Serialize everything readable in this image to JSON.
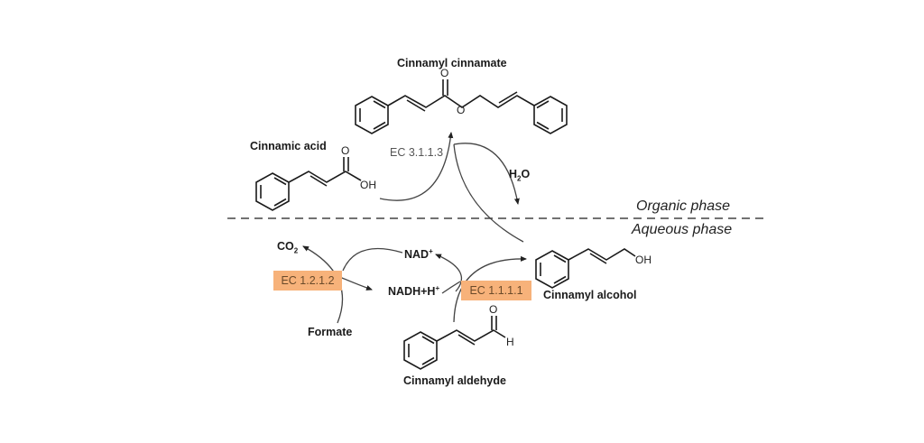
{
  "compounds": {
    "cinnamyl_cinnamate": "Cinnamyl cinnamate",
    "cinnamic_acid": "Cinnamic acid",
    "cinnamyl_alcohol": "Cinnamyl alcohol",
    "cinnamyl_aldehyde": "Cinnamyl aldehyde",
    "formate": "Formate"
  },
  "cofactors": {
    "co2": "CO",
    "co2_sub": "2",
    "nad": "NAD",
    "nad_sup": "+",
    "nadh": "NADH+H",
    "nadh_sup": "+",
    "h2o_h": "H",
    "h2o_sub": "2",
    "h2o_o": "O"
  },
  "atoms": {
    "oxygen": "O",
    "hydroxyl": "OH",
    "hydrogen": "H"
  },
  "enzymes": {
    "esterase": "EC 3.1.1.3",
    "formate_dehydrogenase": "EC 1.2.1.2",
    "alcohol_dehydrogenase": "EC 1.1.1.1"
  },
  "phases": {
    "organic": "Organic phase",
    "aqueous": "Aqueous phase"
  },
  "colors": {
    "highlight": "#f7b27a",
    "line": "#1a1a1a",
    "arrow": "#444444"
  }
}
